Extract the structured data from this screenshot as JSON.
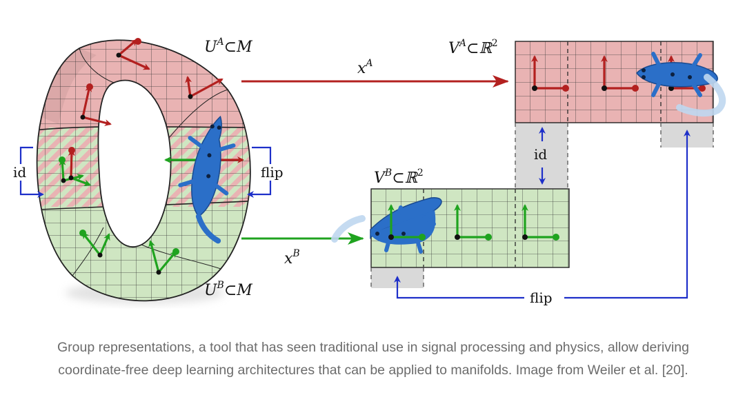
{
  "figure": {
    "labels": {
      "ua": {
        "base": "U",
        "sup": "A",
        "rest": "⊂M"
      },
      "ub": {
        "base": "U",
        "sup": "B",
        "rest": "⊂M"
      },
      "va": {
        "base": "V",
        "sup": "A",
        "rest": "⊂ℝ",
        "pow": "2"
      },
      "vb": {
        "base": "V",
        "sup": "B",
        "rest": "⊂ℝ",
        "pow": "2"
      },
      "xa": {
        "base": "x",
        "sup": "A"
      },
      "xb": {
        "base": "x",
        "sup": "B"
      },
      "id_left": "id",
      "flip_left": "flip",
      "id_mid": "id",
      "flip_bottom": "flip"
    },
    "colors": {
      "red_region": "#e9b3b3",
      "green_region": "#cfe6c2",
      "red_arrow": "#b3201f",
      "green_arrow": "#1fa31f",
      "blue_arrow": "#1d2fc9",
      "lizard": "#2b6fc8",
      "grid_line": "#333333"
    },
    "icons": [
      "lizard-icon",
      "frame-arrow-icon"
    ]
  },
  "caption": {
    "line1": "Group representations, a tool that has seen traditional use in signal processing and physics, allow deriving",
    "line2": "coordinate-free deep learning architectures that can be applied to manifolds. Image from Weiler et al. [20]."
  }
}
